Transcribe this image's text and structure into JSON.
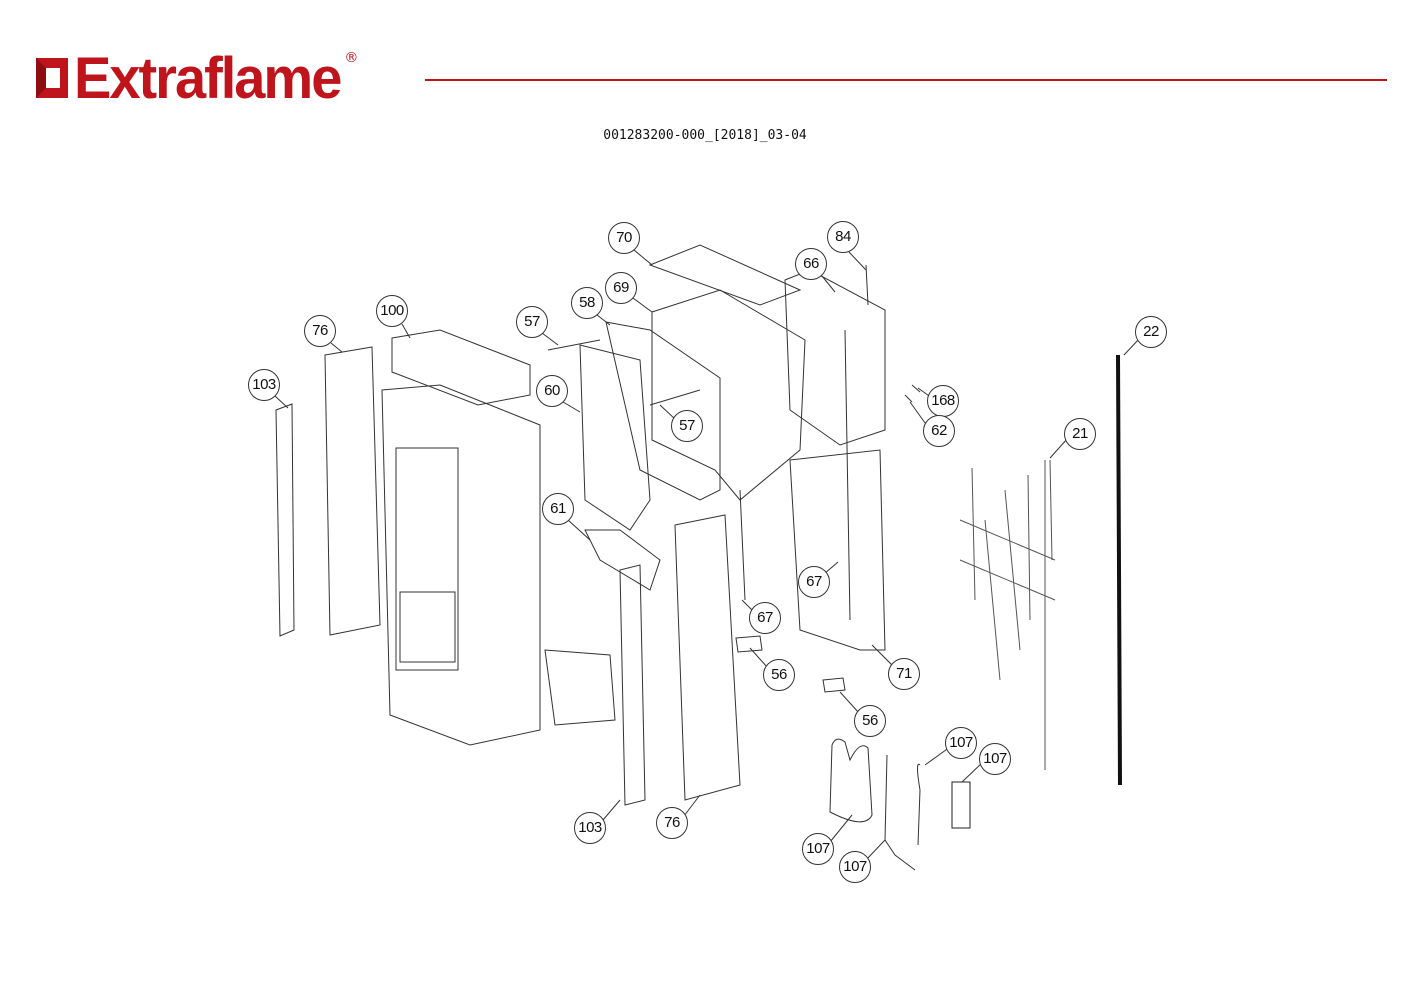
{
  "header": {
    "brand": "Extraflame",
    "registered_mark": "®",
    "document_code": "001283200-000_[2018]_03-04",
    "brand_color": "#c0141c"
  },
  "callouts": [
    "70",
    "84",
    "66",
    "69",
    "58",
    "57",
    "100",
    "76",
    "103",
    "60",
    "57",
    "168",
    "62",
    "22",
    "21",
    "61",
    "67",
    "67",
    "56",
    "71",
    "56",
    "107",
    "107",
    "107",
    "107",
    "103",
    "76"
  ]
}
